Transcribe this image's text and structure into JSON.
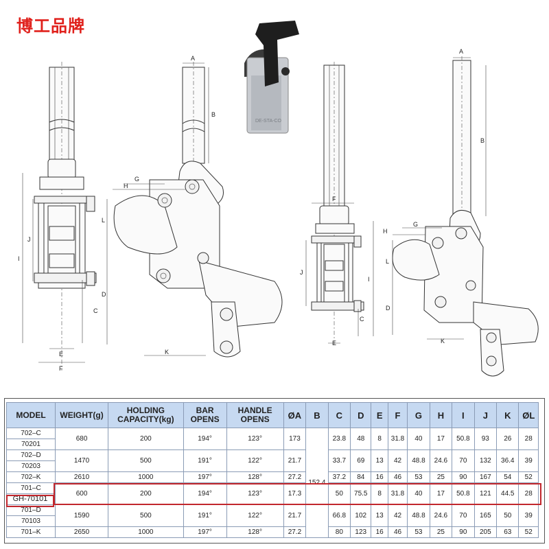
{
  "brand": {
    "title": "博工品牌",
    "color": "#e0201b"
  },
  "dimension_labels": [
    "A",
    "B",
    "C",
    "D",
    "E",
    "F",
    "G",
    "H",
    "I",
    "J",
    "K",
    "L"
  ],
  "photo": {
    "label": "DE-STA-CO"
  },
  "table": {
    "headers": [
      "MODEL",
      "WEIGHT(g)",
      "HOLDING CAPACITY(kg)",
      "BAR OPENS",
      "HANDLE OPENS",
      "ØA",
      "B",
      "C",
      "D",
      "E",
      "F",
      "G",
      "H",
      "I",
      "J",
      "K",
      "ØL"
    ],
    "header_lines": {
      "holding": [
        "HOLDING",
        "CAPACITY(kg)"
      ],
      "bar": [
        "BAR",
        "OPENS"
      ],
      "handle": [
        "HANDLE",
        "OPENS"
      ]
    },
    "models": [
      "702–C",
      "70201",
      "702–D",
      "70203",
      "702–K",
      "701–C",
      "GH-70101",
      "701–D",
      "70103",
      "701–K"
    ],
    "groups": [
      {
        "weight": "680",
        "capacity": "200",
        "bar": "194°",
        "handle": "123°",
        "a": "173",
        "c": "23.8",
        "d": "48",
        "e": "8",
        "f": "31.8",
        "g": "40",
        "h": "17",
        "i": "50.8",
        "j": "93",
        "k": "26",
        "l": "28"
      },
      {
        "weight": "1470",
        "capacity": "500",
        "bar": "191°",
        "handle": "122°",
        "a": "21.7",
        "c": "33.7",
        "d": "69",
        "e": "13",
        "f": "42",
        "g": "48.8",
        "h": "24.6",
        "i": "70",
        "j": "132",
        "k": "36.4",
        "l": "39"
      },
      {
        "weight": "2610",
        "capacity": "1000",
        "bar": "197°",
        "handle": "128°",
        "a": "27.2",
        "c": "37.2",
        "d": "84",
        "e": "16",
        "f": "46",
        "g": "53",
        "h": "25",
        "i": "90",
        "j": "167",
        "k": "54",
        "l": "52"
      },
      {
        "weight": "600",
        "capacity": "200",
        "bar": "194°",
        "handle": "123°",
        "a": "17.3",
        "c": "50",
        "d": "75.5",
        "e": "8",
        "f": "31.8",
        "g": "40",
        "h": "17",
        "i": "50.8",
        "j": "121",
        "k": "44.5",
        "l": "28"
      },
      {
        "weight": "1590",
        "capacity": "500",
        "bar": "191°",
        "handle": "122°",
        "a": "21.7",
        "c": "66.8",
        "d": "102",
        "e": "13",
        "f": "42",
        "g": "48.8",
        "h": "24.6",
        "i": "70",
        "j": "165",
        "k": "50",
        "l": "39"
      },
      {
        "weight": "2650",
        "capacity": "1000",
        "bar": "197°",
        "handle": "128°",
        "a": "27.2",
        "c": "80",
        "d": "123",
        "e": "16",
        "f": "46",
        "g": "53",
        "h": "25",
        "i": "90",
        "j": "205",
        "k": "63",
        "l": "52"
      }
    ],
    "b_value": "152.4",
    "highlight_color": "#c2272d",
    "header_bg": "#c6d9f1"
  }
}
